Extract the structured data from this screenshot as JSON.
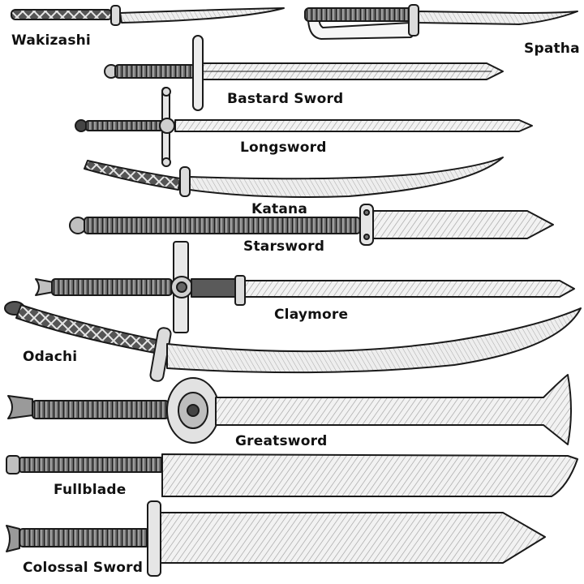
{
  "title": "",
  "colors": {
    "ink": "#1a1a1a",
    "blade_fill": "#efefef",
    "blade_hatch": "#9a9a9a",
    "grip_dark": "#333333",
    "background": "#ffffff"
  },
  "swords": [
    {
      "id": "wakizashi",
      "label": "Wakizashi"
    },
    {
      "id": "spatha",
      "label": "Spatha"
    },
    {
      "id": "bastard-sword",
      "label": "Bastard Sword"
    },
    {
      "id": "longsword",
      "label": "Longsword"
    },
    {
      "id": "katana",
      "label": "Katana"
    },
    {
      "id": "starsword",
      "label": "Starsword"
    },
    {
      "id": "claymore",
      "label": "Claymore"
    },
    {
      "id": "odachi",
      "label": "Odachi"
    },
    {
      "id": "greatsword",
      "label": "Greatsword"
    },
    {
      "id": "fullblade",
      "label": "Fullblade"
    },
    {
      "id": "colossal-sword",
      "label": "Colossal Sword"
    }
  ]
}
